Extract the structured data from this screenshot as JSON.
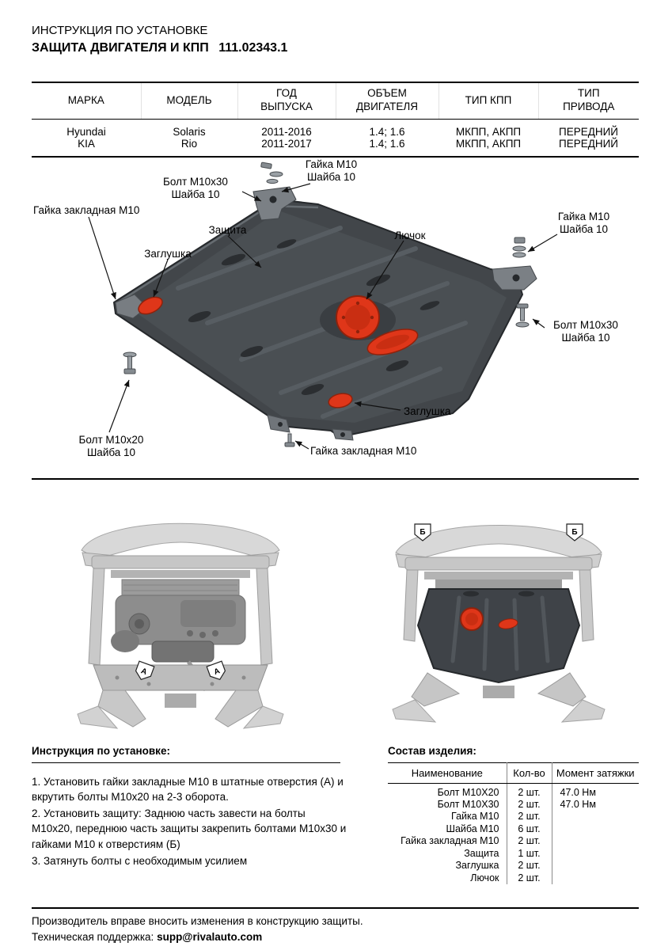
{
  "header": {
    "subtitle": "ИНСТРУКЦИЯ ПО УСТАНОВКЕ",
    "title": "ЗАЩИТА ДВИГАТЕЛЯ И КПП",
    "part_number": "111.02343.1"
  },
  "spec_table": {
    "headers": [
      "МАРКА",
      "МОДЕЛЬ",
      "ГОД\nВЫПУСКА",
      "ОБЪЕМ\nДВИГАТЕЛЯ",
      "ТИП КПП",
      "ТИП\nПРИВОДА"
    ],
    "rows": [
      [
        "Hyundai",
        "Solaris",
        "2011-2016",
        "1.4; 1.6",
        "МКПП, АКПП",
        "ПЕРЕДНИЙ"
      ],
      [
        "KIA",
        "Rio",
        "2011-2017",
        "1.4; 1.6",
        "МКПП, АКПП",
        "ПЕРЕДНИЙ"
      ]
    ]
  },
  "diagram": {
    "labels": {
      "nut_m10_top": "Гайка М10\nШайба 10",
      "bolt_m10x30_top": "Болт М10х30\nШайба 10",
      "anchor_nut_left": "Гайка закладная М10",
      "protection": "Защита",
      "plug_left": "Заглушка",
      "hatch": "Лючок",
      "nut_m10_right": "Гайка М10\nШайба 10",
      "bolt_m10x30_right": "Болт М10х30\nШайба 10",
      "plug_bottom": "Заглушка",
      "bolt_m10x20_bottom": "Болт М10х20\nШайба 10",
      "anchor_nut_bottom": "Гайка закладная М10"
    }
  },
  "figures": {
    "marker_a": "А",
    "marker_b": "Б"
  },
  "instructions": {
    "heading": "Инструкция по установке:",
    "steps": [
      "1. Установить гайки закладные М10 в штатные отверстия (А) и вкрутить болты М10х20 на 2-3 оборота.",
      "2. Установить защиту: Заднюю часть завести на болты М10х20, переднюю часть защиты закрепить болтами М10х30 и гайками М10 к отверстиям (Б)",
      "3. Затянуть болты с необходимым усилием"
    ]
  },
  "parts": {
    "heading": "Состав изделия:",
    "headers": [
      "Наименование",
      "Кол-во",
      "Момент затяжки"
    ],
    "rows": [
      {
        "name": "Болт М10Х20",
        "qty": "2 шт.",
        "torque": "47.0 Нм"
      },
      {
        "name": "Болт М10Х30",
        "qty": "2 шт.",
        "torque": "47.0 Нм"
      },
      {
        "name": "Гайка М10",
        "qty": "2 шт.",
        "torque": ""
      },
      {
        "name": "Шайба М10",
        "qty": "6 шт.",
        "torque": ""
      },
      {
        "name": "Гайка закладная М10",
        "qty": "2 шт.",
        "torque": ""
      },
      {
        "name": "Защита",
        "qty": "1 шт.",
        "torque": ""
      },
      {
        "name": "Заглушка",
        "qty": "2 шт.",
        "torque": ""
      },
      {
        "name": "Лючок",
        "qty": "2 шт.",
        "torque": ""
      }
    ]
  },
  "footer": {
    "line1": "Производитель вправе вносить изменения в конструкцию защиты.",
    "line2_label": "Техническая поддержка:",
    "line2_email": "supp@rivalauto.com"
  },
  "colors": {
    "accent_red": "#df3619",
    "plate_dark": "#42464a"
  }
}
